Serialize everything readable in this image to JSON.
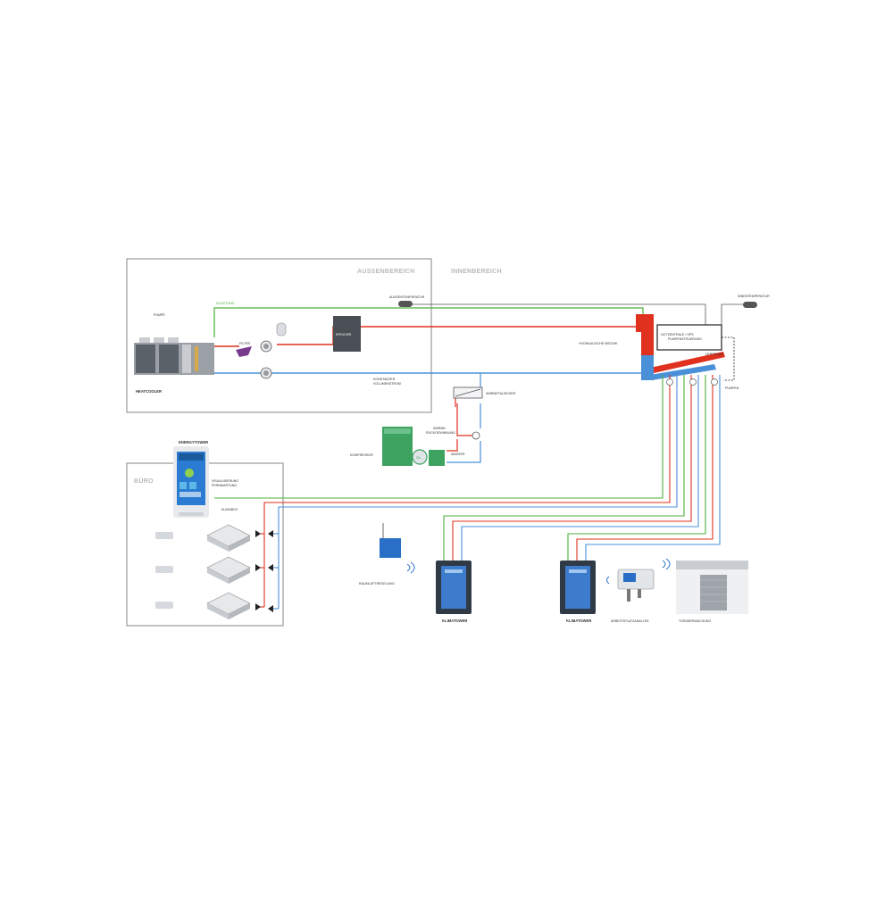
{
  "colors": {
    "supply": "#e0301e",
    "return": "#4a90d9",
    "signal": "#4caf3a",
    "control": "#222222",
    "zone_border": "#9a9a9a"
  },
  "zones": {
    "outdoor": "AUSSENBEREICH",
    "indoor": "INNENBEREICH",
    "office": "BÜRO"
  },
  "labels": {
    "pump": "PUMPE",
    "heatcooler": "HEATCOOLER",
    "signal_line": "ZULEITUNG",
    "filter": "FILTER",
    "storage": "SPEICHER",
    "outside_temp": "AUSSENTEMPERATUR",
    "inside_temp": "INNENTEMPERATUR",
    "constant_flow_1": "KONSTANTER",
    "constant_flow_2": "VOLUMENSTROM",
    "heat_exchanger": "WÄRMETAUSCHER",
    "hydraulic_switch": "HYDRAULISCHE WEICHE",
    "control_1": "LEITZENTRALE / SPS",
    "control_2": "PUMPENSTEUERUNG",
    "distributor": "VERTEILER",
    "pumps": "PUMPEN",
    "heat_recovery_1": "WÄRME-",
    "heat_recovery_2": "RÜCKGEWINNUNG",
    "compressor": "KOMPRESSOR",
    "water": "WASSER",
    "energytower": "ENERGYTOWER",
    "visual_1": "VISUALISIERUNG",
    "visual_2": "FERNWARTUNG",
    "klimabox": "KLIMABOX",
    "room_air": "RAUMLUFTREGELUNG",
    "klimatower_1": "KLIMATOWER",
    "klimatower_2": "KLIMATOWER",
    "workplace": "ARBEITSPLATZANALYSE",
    "conveyor": "TORÜBERWACHUNG"
  }
}
